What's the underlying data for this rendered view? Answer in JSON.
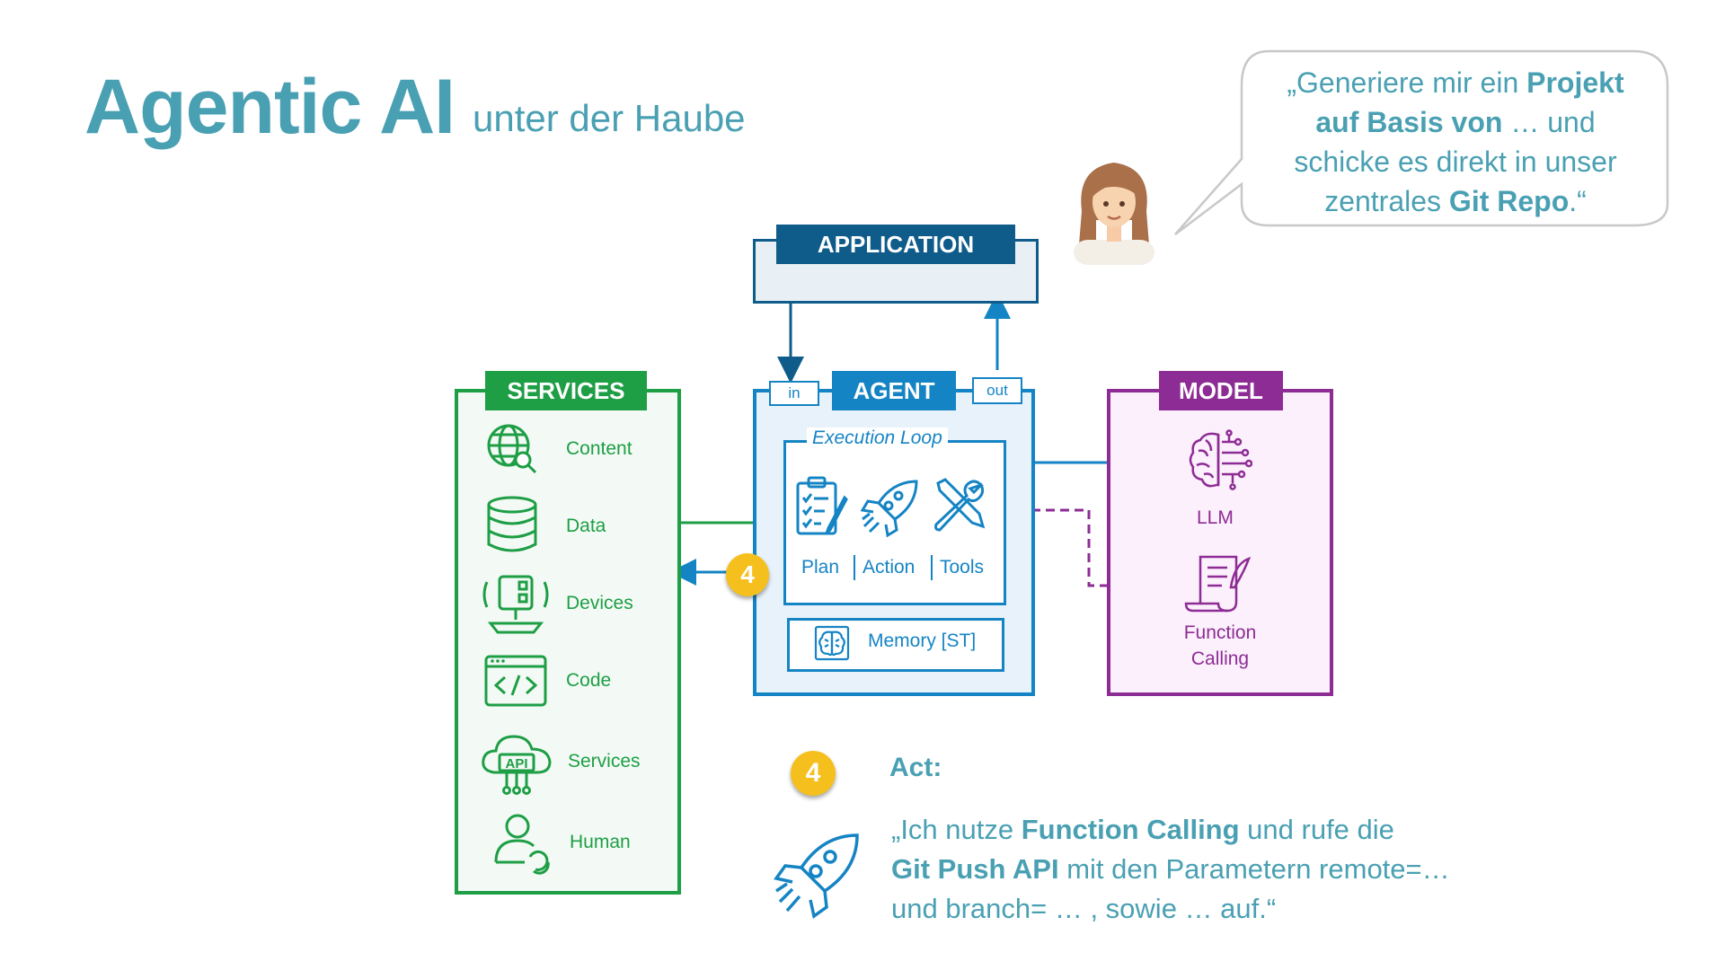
{
  "header": {
    "title": "Agentic AI",
    "subtitle": "unter der Haube"
  },
  "speech": {
    "line1a": "„Generiere mir ein ",
    "line1b": "Projekt",
    "line2a": "auf Basis von",
    "line2b": " … und",
    "line3": "schicke es direkt in unser",
    "line4a": "zentrales ",
    "line4b": "Git Repo",
    "line4c": ".“"
  },
  "application": {
    "label": "APPLICATION"
  },
  "services": {
    "label": "SERVICES",
    "items": [
      {
        "label": "Content",
        "icon": "globe-search-icon"
      },
      {
        "label": "Data",
        "icon": "database-icon"
      },
      {
        "label": "Devices",
        "icon": "device-icon"
      },
      {
        "label": "Code",
        "icon": "code-window-icon"
      },
      {
        "label": "Services",
        "icon": "api-cloud-icon"
      },
      {
        "label": "Human",
        "icon": "user-icon"
      }
    ]
  },
  "agent": {
    "label": "AGENT",
    "in_label": "in",
    "out_label": "out",
    "loop_label": "Execution Loop",
    "plan_label": "Plan",
    "action_label": "Action",
    "tools_label": "Tools",
    "memory_label": "Memory [ST]"
  },
  "model": {
    "label": "MODEL",
    "llm_label": "LLM",
    "fc_line1": "Function",
    "fc_line2": "Calling"
  },
  "step": {
    "number": "4",
    "title": "Act:",
    "l1a": "„Ich nutze ",
    "l1b": "Function Calling",
    "l1c": " und rufe die",
    "l2a": "Git Push API",
    "l2b": " mit den Parametern remote=…",
    "l3": "und branch= … , sowie … auf.“"
  },
  "colors": {
    "teal": "#4aa0b3",
    "green": "#1e9e45",
    "blue": "#1584c4",
    "navy": "#0f5c8a",
    "purple": "#8e2c95",
    "badge": "#f5c01d"
  }
}
